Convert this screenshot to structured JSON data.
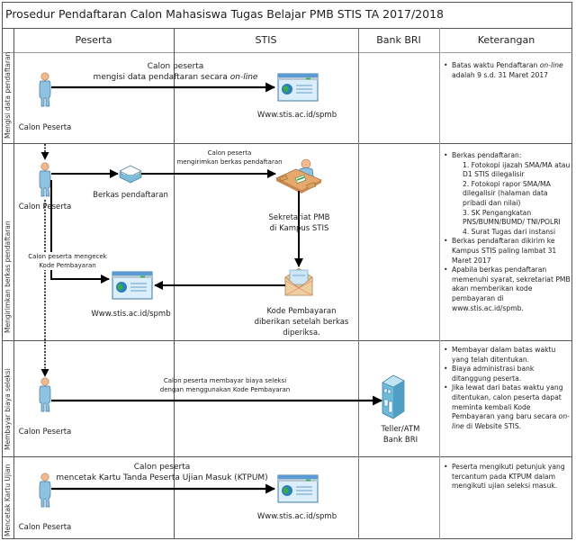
{
  "title": "Prosedur Pendaftaran Calon Mahasiswa Tugas Belajar PMB STIS TA 2017/2018",
  "columns": [
    "Peserta",
    "STIS",
    "Bank BRI",
    "Keterangan"
  ],
  "rows": [
    {
      "label": "Mengisi data pendaftaran",
      "actor": "Calon Peserta",
      "arrow_caption": [
        "Calon peserta",
        "mengisi data pendaftaran secara on-line"
      ],
      "target_label": "Www.stis.ac.id/spmb",
      "notes": [
        {
          "text": "Batas waktu Pendaftaran on-line adalah 9 s.d. 31 Maret 2017"
        }
      ]
    },
    {
      "label": "Mengirimkan berkas pendaftaran",
      "actor": "Calon Peserta",
      "document_label": "Berkas pendaftaran",
      "arrow_caption": [
        "Calon peserta",
        "mengirimkan berkas pendaftaran"
      ],
      "office_label": [
        "Sekretariat PMB",
        "di Kampus STIS"
      ],
      "mail_label": [
        "Kode Pembayaran",
        "diberikan setelah berkas",
        "diperiksa."
      ],
      "check_caption": [
        "Calon peserta mengecek",
        "Kode Pembayaran"
      ],
      "website_label": "Www.stis.ac.id/spmb",
      "notes": [
        {
          "text": "Berkas pendaftaran:",
          "sub": [
            "1. Fotokopi ijazah SMA/MA atau D1 STIS dilegalisir",
            "2. Fotokopi rapor SMA/MA dilegalisir (halaman data pribadi dan nilai)",
            "3. SK Pengangkatan PNS/BUMN/BUMD/ TNI/POLRI",
            "4. Surat Tugas dari instansi"
          ]
        },
        {
          "text": "Berkas pendaftaran dikirim ke Kampus STIS paling lambat 31 Maret 2017"
        },
        {
          "text": "Apabila berkas pendaftaran memenuhi syarat, sekretariat PMB akan memberikan kode pembayaran di www.stis.ac.id/spmb."
        }
      ]
    },
    {
      "label": "Membayar biaya seleksi",
      "actor": "Calon Peserta",
      "arrow_caption": [
        "Calon peserta membayar biaya seleksi",
        "dengan menggunakan Kode Pembayaran"
      ],
      "bank_label": [
        "Teller/ATM",
        "Bank BRI"
      ],
      "notes": [
        {
          "text": "Membayar dalam batas waktu yang telah ditentukan."
        },
        {
          "text": "Biaya administrasi bank ditanggung peserta."
        },
        {
          "text": "Jika lewat dari batas waktu yang ditentukan, calon peserta dapat meminta kembali Kode Pembayaran yang baru secara on-line di Website STIS."
        }
      ]
    },
    {
      "label": "Mencetak Kartu Ujian",
      "actor": "Calon Peserta",
      "arrow_caption": [
        "Calon peserta",
        "mencetak Kartu Tanda Peserta Ujian Masuk (KTPUM)"
      ],
      "target_label": "Www.stis.ac.id/spmb",
      "notes": [
        {
          "text": "Peserta mengikuti petunjuk yang tercantum pada KTPUM dalam mengikuti ujian seleksi masuk."
        }
      ]
    }
  ],
  "colors": {
    "line": "#000000",
    "grid": "#555555",
    "person_body": "#8fc1e0",
    "person_head": "#f2b98e",
    "window_blue": "#5b9bd5",
    "envelope": "#e8c48f",
    "building": "#9fd4ea"
  }
}
